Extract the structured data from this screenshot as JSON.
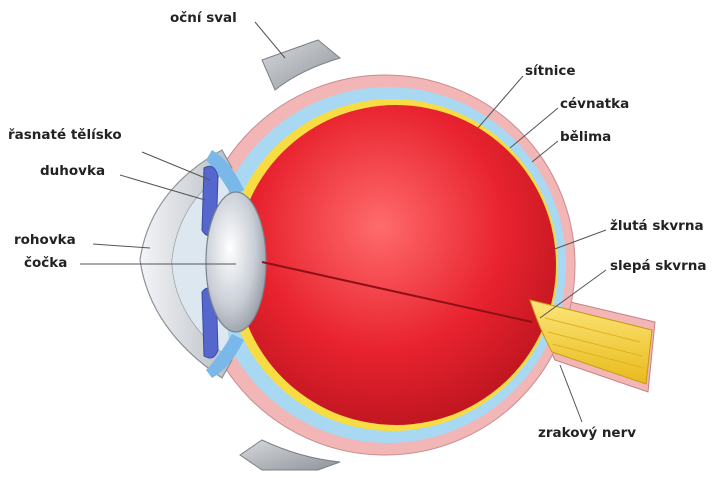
{
  "labels": {
    "ocni_sval": "oční sval",
    "sitnice": "sítnice",
    "cevnatka": "cévnatka",
    "belima": "bělima",
    "rasnate_telisko": "řasnaté tělísko",
    "duhovka": "duhovka",
    "rohovka": "rohovka",
    "cocka": "čočka",
    "zluta_skvrna": "žlutá skvrna",
    "slepa_skvrna": "slepá skvrna",
    "zrakovy_nerv": "zrakový nerv"
  },
  "colors": {
    "sclera": "#f2b6b6",
    "choroid": "#a9d8f2",
    "retina": "#f7dc43",
    "vitreous": "#e8232f",
    "muscle": "#b9bcc2",
    "cornea": "#d9dde2",
    "lens": "#c7ccd3",
    "iris": "#5566cc",
    "nerve": "#f4d33a",
    "leader": "#555555"
  }
}
